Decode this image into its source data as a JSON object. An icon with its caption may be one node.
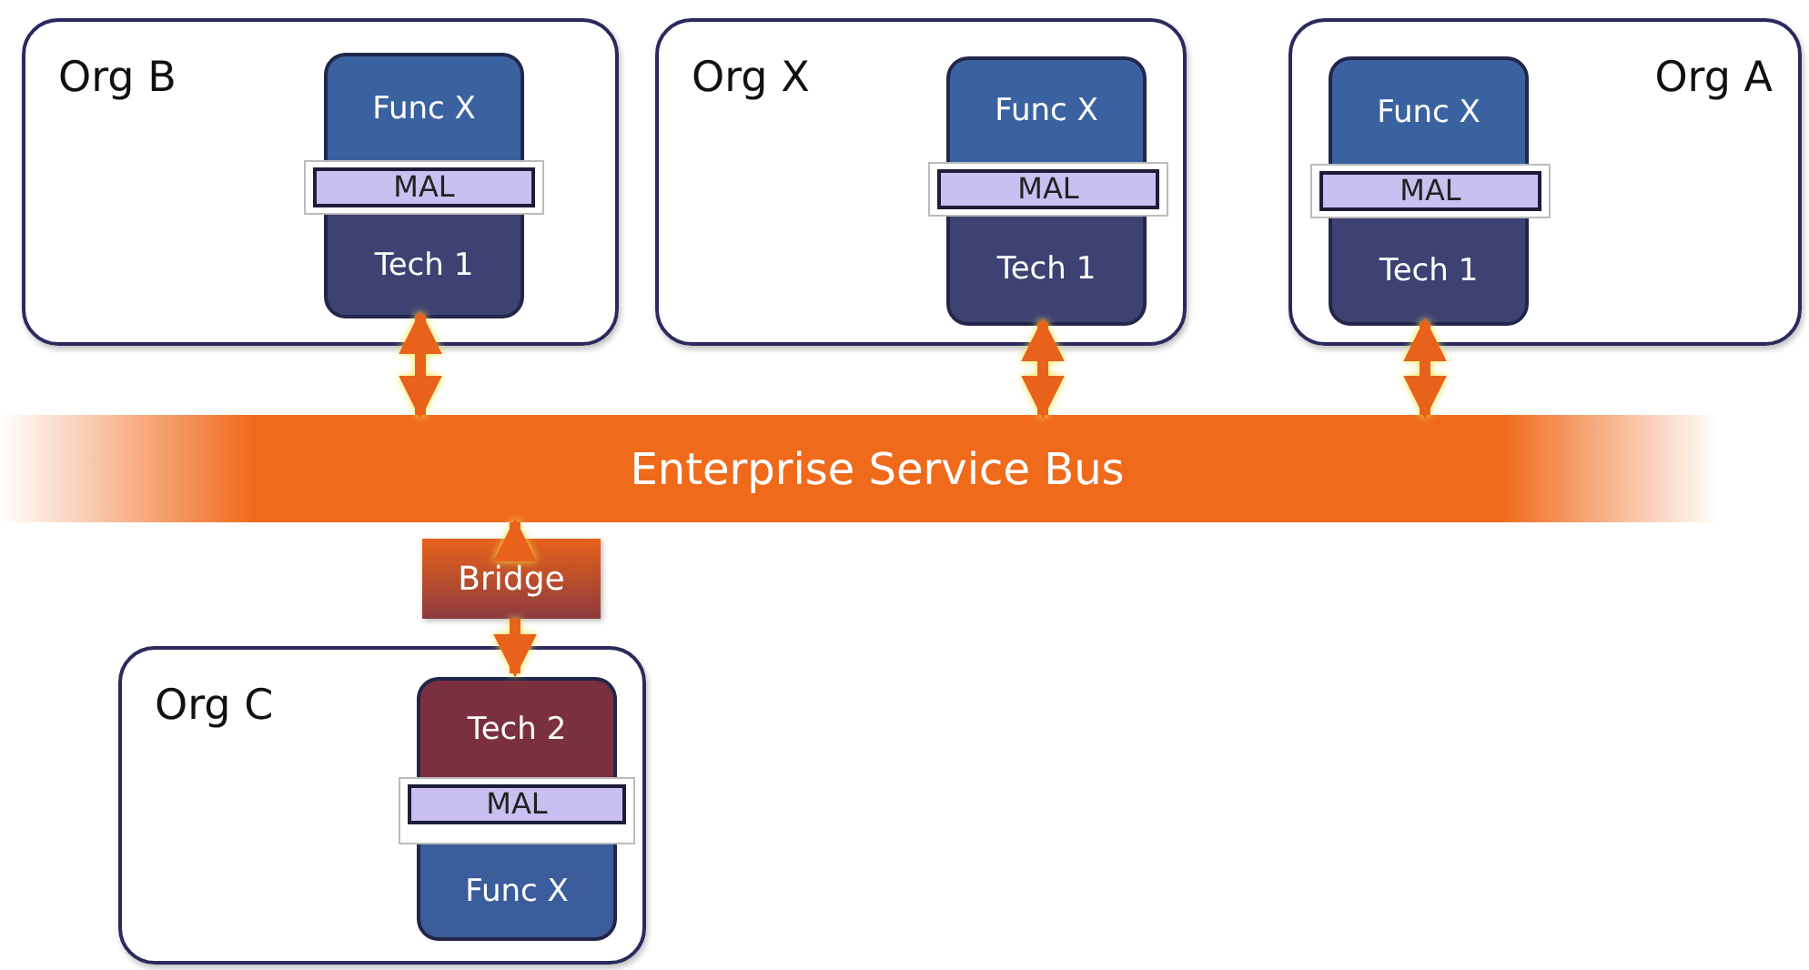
{
  "diagram": {
    "nodes": [
      {
        "text": [
          "Org B"
        ]
      },
      {
        "text": [
          "Func X"
        ],
        "in": 0
      },
      {
        "text": [
          "MAL"
        ],
        "in": 0
      },
      {
        "text": [
          "Tech 1"
        ],
        "in": 0
      },
      {
        "text": [
          "Org X"
        ]
      },
      {
        "text": [
          "Func X"
        ],
        "in": 4
      },
      {
        "text": [
          "MAL"
        ],
        "in": 4
      },
      {
        "text": [
          "Tech 1"
        ],
        "in": 4
      },
      {
        "text": [
          "Org A"
        ]
      },
      {
        "text": [
          "Func X"
        ],
        "in": 8
      },
      {
        "text": [
          "MAL"
        ],
        "in": 8
      },
      {
        "text": [
          "Tech 1"
        ],
        "in": 8
      },
      {
        "text": [
          "Enterprise Service Bus"
        ]
      },
      {
        "text": [
          "Bridge"
        ]
      },
      {
        "text": [
          "Org C"
        ]
      },
      {
        "text": [
          "Tech 2"
        ],
        "in": 14
      },
      {
        "text": [
          "MAL"
        ],
        "in": 14
      },
      {
        "text": [
          "Func X"
        ],
        "in": 14
      }
    ],
    "edges": [
      {
        "from": 3,
        "to": 12,
        "arrow": "both"
      },
      {
        "from": 7,
        "to": 12,
        "arrow": "both"
      },
      {
        "from": 11,
        "to": 12,
        "arrow": "both"
      },
      {
        "from": 13,
        "to": 12,
        "arrow": "to"
      },
      {
        "from": 13,
        "to": 15,
        "arrow": "to"
      }
    ]
  }
}
